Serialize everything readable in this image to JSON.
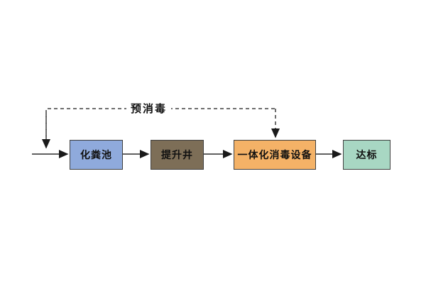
{
  "diagram": {
    "title_hint": "wastewater-disinfection-process-flow",
    "feedback": {
      "label": "预消毒"
    },
    "nodes": [
      {
        "name": "septic-tank",
        "label": "化粪池",
        "fill": "#8FAADC"
      },
      {
        "name": "lift-well",
        "label": "提升井",
        "fill": "#7D6E57"
      },
      {
        "name": "integrated-disinfection-unit",
        "label": "一体化消毒设备",
        "fill": "#F4B267"
      },
      {
        "name": "compliant-discharge",
        "label": "达标",
        "fill": "#A8D7C3"
      }
    ],
    "colors": {
      "background": "#ffffff",
      "node_border": "#404040",
      "solid_line": "#2b2b2b",
      "dashed_line": "#3f3f3f",
      "arrowhead": "#1a1a1a",
      "text": "#111111"
    }
  }
}
